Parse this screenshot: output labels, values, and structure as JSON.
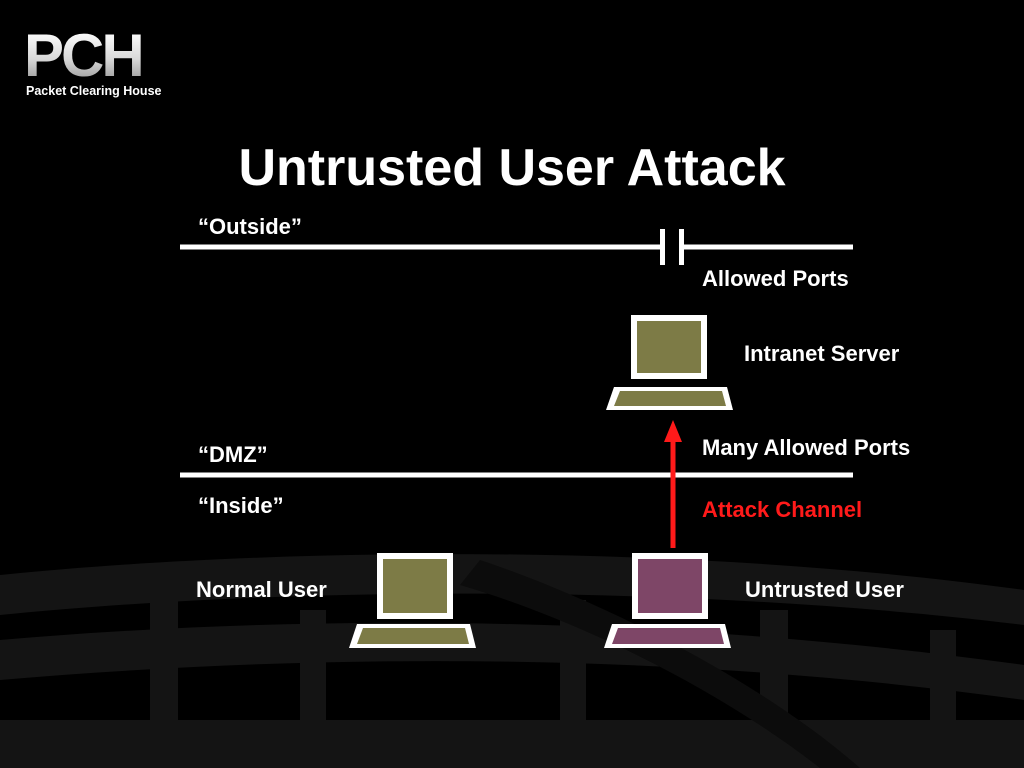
{
  "slide": {
    "title": "Untrusted User Attack",
    "logo": {
      "letters": "PCH",
      "subtitle": "Packet Clearing House"
    }
  },
  "diagram": {
    "zones": {
      "outside": "“Outside”",
      "dmz": "“DMZ”",
      "inside": "“Inside”"
    },
    "firewall_labels": {
      "outer": "Allowed Ports",
      "inner": "Many Allowed Ports"
    },
    "hosts": {
      "intranet_server": "Intranet Server",
      "normal_user": "Normal User",
      "untrusted_user": "Untrusted User"
    },
    "attack_channel": "Attack Channel"
  },
  "colors": {
    "background": "#000000",
    "line": "#ffffff",
    "trusted_screen": "#7d7b46",
    "untrusted_screen": "#7e4667",
    "attack": "#ff1a1a"
  }
}
